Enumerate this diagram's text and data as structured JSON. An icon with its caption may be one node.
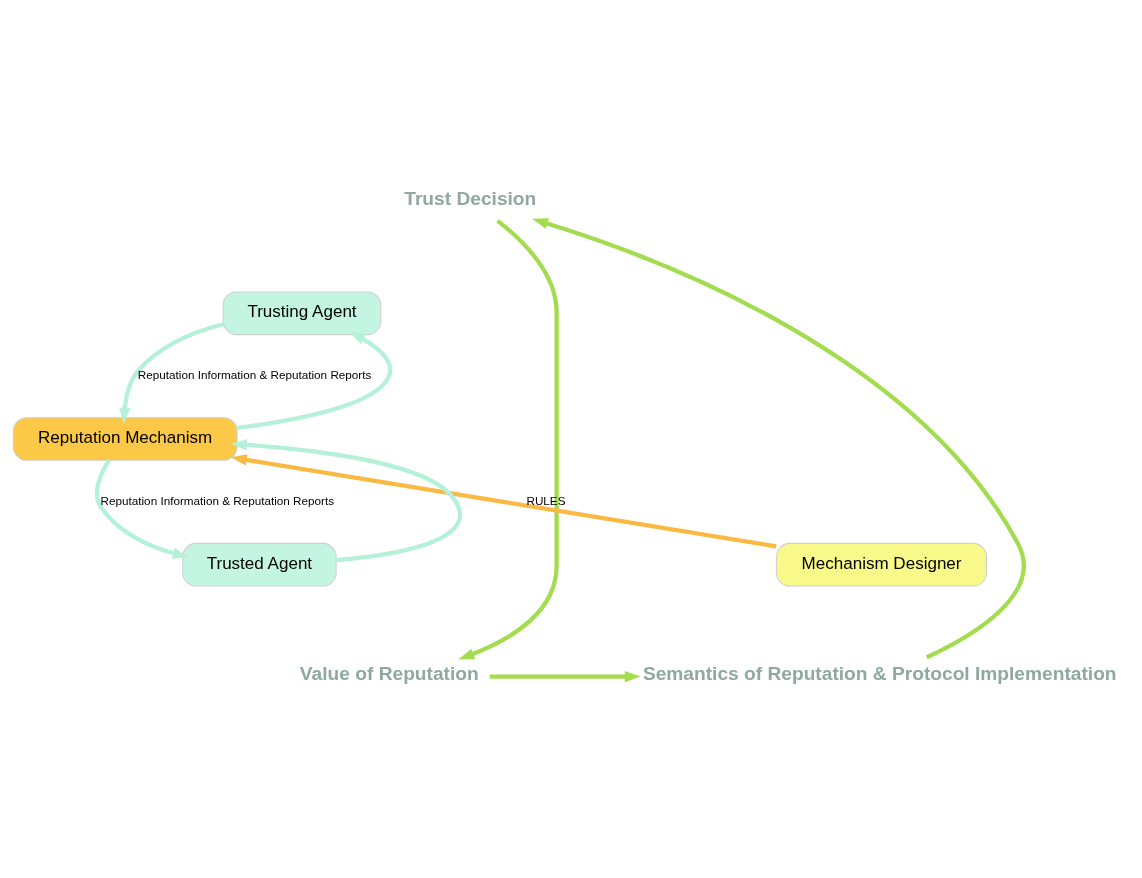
{
  "diagram": {
    "nodes": [
      {
        "text": [
          "Trust Decision"
        ]
      },
      {
        "text": [
          "Trusting Agent"
        ]
      },
      {
        "text": [
          "Reputation Mechanism"
        ]
      },
      {
        "text": [
          "Mechanism Designer"
        ]
      },
      {
        "text": [
          "Trusted Agent"
        ]
      },
      {
        "text": [
          "Value of Reputation"
        ]
      },
      {
        "text": [
          "Semantics of Reputation & Protocol Implementation"
        ]
      }
    ],
    "edges": [
      {
        "from": 6,
        "to": 0,
        "arrow": "to",
        "color": "#a3dc4f"
      },
      {
        "from": 0,
        "to": 5,
        "arrow": "to",
        "color": "#a3dc4f"
      },
      {
        "from": 5,
        "to": 6,
        "arrow": "to",
        "color": "#a3dc4f"
      },
      {
        "from": 2,
        "to": 1,
        "arrow": "to"
      },
      {
        "from": 1,
        "to": 2,
        "arrow": "to",
        "label": "Reputation Information & Reputation Reports"
      },
      {
        "from": 3,
        "to": 2,
        "arrow": "to",
        "color": "#f9b942",
        "label": "RULES"
      },
      {
        "from": 2,
        "to": 4,
        "arrow": "to",
        "label": "Reputation Information & Reputation Reports"
      },
      {
        "from": 4,
        "to": 2,
        "arrow": "to"
      }
    ]
  }
}
